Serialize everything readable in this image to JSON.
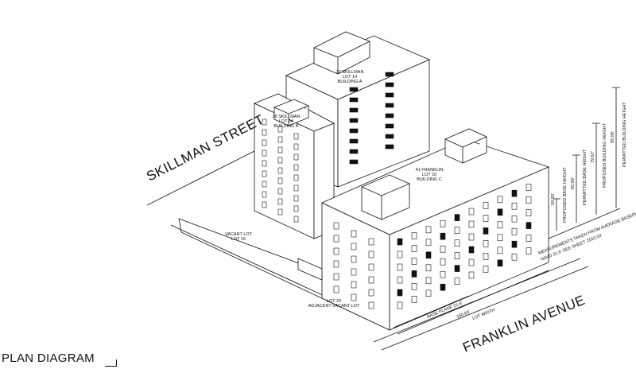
{
  "diagram": {
    "title": "PLAN DIAGRAM",
    "streets": {
      "skillman": "SKILLMAN STREET",
      "franklin": "FRANKLIN AVENUE"
    },
    "buildings": {
      "a": [
        "72 SKILLMAN",
        "LOT 14",
        "BUILDING A"
      ],
      "b": [
        "28 SKILLMAN",
        "LOT 14",
        "BUILDING B"
      ],
      "c": [
        "41 FRANKLIN",
        "LOT 10",
        "BUILDING C"
      ]
    },
    "lots": {
      "vacant16": [
        "VACANT LOT",
        "LOT 16"
      ],
      "lot20": [
        "LOT 20",
        "ADJACENT VACANT LOT"
      ]
    },
    "dimensions": {
      "lot_width_value": "160.83'",
      "lot_width_label": "LOT WIDTH",
      "base_plane": "BASE PLANE 21.6'",
      "proposed_base_height_value": "59.33'",
      "proposed_base_height": "PROPOSED BASE HEIGHT",
      "permitted_base_height_value": "65.00'",
      "permitted_base_height": "PERMITTED BASE HEIGHT",
      "proposed_building_height_value": "79.67'",
      "proposed_building_height": "PROPOSED BUILDING HEIGHT",
      "permitted_building_height_value": "95.00'",
      "permitted_building_height": "PERMITTED BUILDING HEIGHT",
      "basis_note_1": "MEASUREMENTS TAKEN FROM AVERAGE BASEPLANE",
      "basis_note_2": "NAVD 21.6' SEE SHEET Z010.02"
    },
    "colors": {
      "line": "#111111",
      "balcony": "#111111",
      "background": "#ffffff"
    }
  }
}
